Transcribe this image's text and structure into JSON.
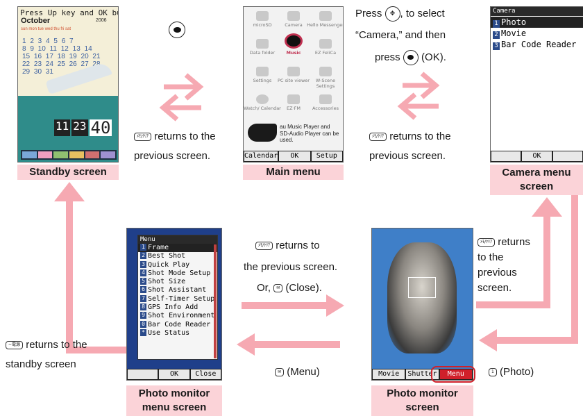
{
  "colors": {
    "flow_arrow": "#f6a9b2",
    "caption_bg": "#fbd3d8",
    "highlight": "#d0202a"
  },
  "standby": {
    "caption": "Standby screen",
    "banner": "Press Up key and OK bu",
    "month": "October",
    "year": "2006",
    "weekdays": "sun mon tue wed thu fri sat",
    "weeks": [
      "1 2 3 4 5 6 7",
      "8 9 10 11 12 13 14",
      "15 16 17 18 19 20 21",
      "22 23 24 25 26 27 28",
      "29 30 31"
    ],
    "clock": [
      "11",
      "23",
      "40"
    ]
  },
  "flow1": {
    "key": "●",
    "back_key": "ﾒﾓ/ｸﾘｱ",
    "back_text1": "returns to the",
    "back_text2": "previous screen."
  },
  "main_menu": {
    "caption": "Main menu",
    "items": [
      "microSD",
      "Camera",
      "Hello Messenger",
      "Data folder",
      "Music",
      "EZ FeliCa",
      "Settings",
      "PC site viewer",
      "W-Scene Settings",
      "Watch/ Calendar",
      "EZ·FM",
      "Accessories"
    ],
    "banner": "au Music Player and SD-Audio Player can be used.",
    "softkeys": [
      "Calendar",
      "OK",
      "Setup"
    ]
  },
  "flow2": {
    "line1a": "Press",
    "line1b": ", to select",
    "line2": "“Camera,” and then",
    "line3a": "press",
    "line3b": "(OK).",
    "back_key": "ﾒﾓ/ｸﾘｱ",
    "back_text1": "returns to the",
    "back_text2": "previous screen."
  },
  "camera_menu": {
    "caption1": "Camera menu",
    "caption2": "screen",
    "title": "Camera",
    "items": [
      {
        "num": "1",
        "label": "Photo"
      },
      {
        "num": "2",
        "label": "Movie"
      },
      {
        "num": "3",
        "label": "Bar Code Reader"
      }
    ],
    "softkeys": [
      "",
      "OK",
      ""
    ]
  },
  "photo_menu": {
    "caption1": "Photo monitor",
    "caption2": "menu screen",
    "title": "Menu",
    "items": [
      {
        "num": "1",
        "label": "Frame"
      },
      {
        "num": "2",
        "label": "Best Shot"
      },
      {
        "num": "3",
        "label": "Quick Play"
      },
      {
        "num": "4",
        "label": "Shot Mode Setup"
      },
      {
        "num": "5",
        "label": "Shot Size"
      },
      {
        "num": "6",
        "label": "Shot Assistant"
      },
      {
        "num": "7",
        "label": "Self-Timer Setup"
      },
      {
        "num": "8",
        "label": "GPS Info Add"
      },
      {
        "num": "9",
        "label": "Shot Environment"
      },
      {
        "num": "0",
        "label": "Bar Code Reader"
      },
      {
        "num": "*",
        "label": "Use Status"
      }
    ],
    "softkeys": [
      "",
      "OK",
      "Close"
    ]
  },
  "photo_monitor": {
    "caption1": "Photo monitor",
    "caption2": "screen",
    "softkeys": [
      "Movie",
      "Shutter",
      "Menu"
    ]
  },
  "mid_top": {
    "key": "ﾒﾓ/ｸﾘｱ",
    "text1": "returns to",
    "text2": "the previous screen.",
    "text3a": "Or,",
    "text3b": "(Close)."
  },
  "mid_bottom": {
    "text": "(Menu)"
  },
  "right_back": {
    "key": "ﾒﾓ/ｸﾘｱ",
    "t1": "returns",
    "t2": "to the",
    "t3": "previous",
    "t4": "screen."
  },
  "photo_key": {
    "text": "(Photo)"
  },
  "left_back": {
    "key": "~電源",
    "t1": "returns to the",
    "t2": "standby screen"
  }
}
